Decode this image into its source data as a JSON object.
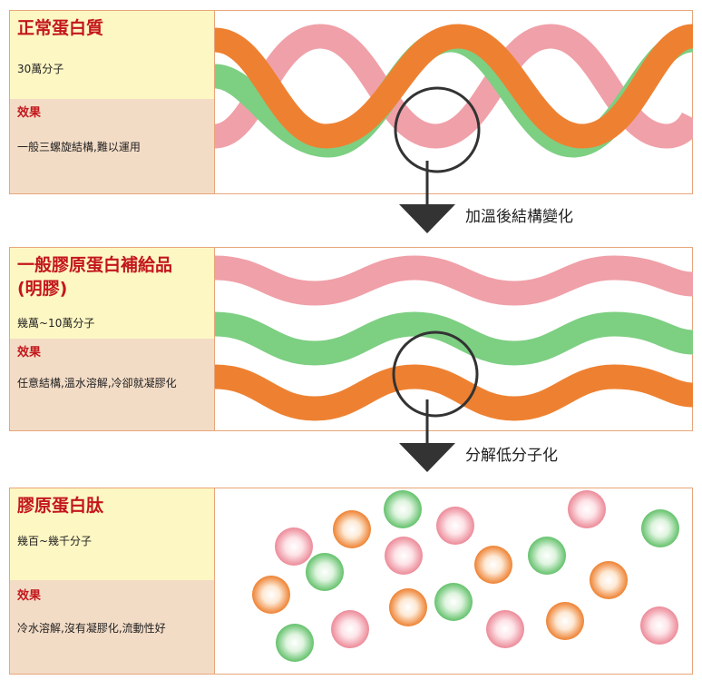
{
  "panels": [
    {
      "title": "正常蛋白質",
      "molecular": "30萬分子",
      "effect_label": "效果",
      "effect_text": "一般三螺旋結構,難以運用"
    },
    {
      "title": "一般膠原蛋白補給品",
      "title_line2": "(明膠)",
      "molecular": "幾萬~10萬分子",
      "effect_label": "效果",
      "effect_text": "任意結構,溫水溶解,冷卻就凝膠化"
    },
    {
      "title": "膠原蛋白肽",
      "molecular": "幾百~幾千分子",
      "effect_label": "效果",
      "effect_text": "冷水溶解,沒有凝膠化,流動性好"
    }
  ],
  "steps": [
    {
      "label": "加溫後結構變化"
    },
    {
      "label": "分解低分子化"
    }
  ],
  "colors": {
    "pink": "#f0a0a8",
    "green": "#7dcf82",
    "orange": "#ee8131",
    "title_red": "#c3161c",
    "border": "#e7a679",
    "info_top_bg": "#fdf7c3",
    "info_bottom_bg": "#f3dcc6",
    "marker": "#333333"
  },
  "icons": {
    "magnifier": "circle-ring-icon",
    "arrow": "down-arrow-icon",
    "particle": "sphere-icon"
  }
}
